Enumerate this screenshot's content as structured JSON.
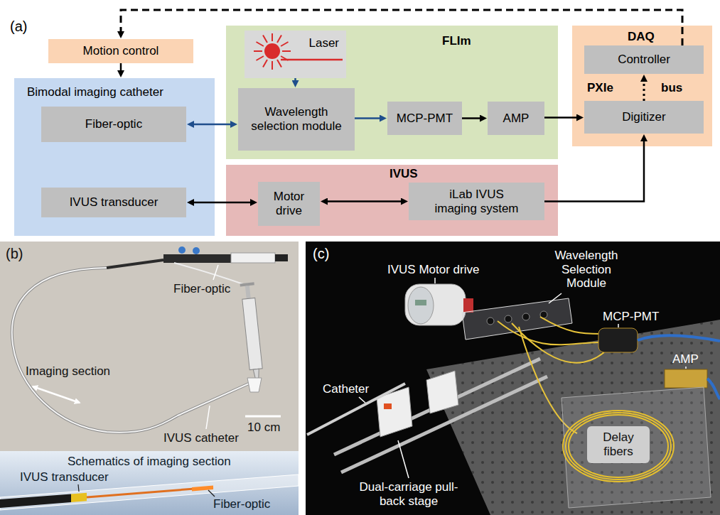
{
  "diagram": {
    "nodes": [
      {
        "text": [
          "Motion control"
        ]
      },
      {
        "text": [
          "Bimodal imaging catheter"
        ]
      },
      {
        "text": [
          "Fiber-optic"
        ],
        "in": 1
      },
      {
        "text": [
          "IVUS transducer"
        ],
        "in": 1
      },
      {
        "text": [
          "FLIm"
        ]
      },
      {
        "text": [
          "Laser"
        ],
        "in": 4
      },
      {
        "text": [
          "Wavelength selection module"
        ],
        "in": 4
      },
      {
        "text": [
          "MCP-PMT"
        ],
        "in": 4
      },
      {
        "text": [
          "AMP"
        ],
        "in": 4
      },
      {
        "text": [
          "IVUS"
        ]
      },
      {
        "text": [
          "Motor drive"
        ],
        "in": 9
      },
      {
        "text": [
          "iLab IVUS imaging system"
        ],
        "in": 9
      },
      {
        "text": [
          "DAQ"
        ]
      },
      {
        "text": [
          "Controller"
        ],
        "in": 12
      },
      {
        "text": [
          "Digitizer"
        ],
        "in": 12
      }
    ],
    "edges": [
      {
        "from": 13,
        "to": 0,
        "arrow": "to"
      },
      {
        "from": 0,
        "to": 1,
        "arrow": "to"
      },
      {
        "from": 5,
        "to": 6,
        "arrow": "to"
      },
      {
        "from": 2,
        "to": 6,
        "arrow": "both"
      },
      {
        "from": 6,
        "to": 7,
        "arrow": "to"
      },
      {
        "from": 7,
        "to": 8,
        "arrow": "to"
      },
      {
        "from": 8,
        "to": 14,
        "arrow": "to"
      },
      {
        "from": 14,
        "to": 13,
        "arrow": "to"
      },
      {
        "from": 3,
        "to": 10,
        "arrow": "both"
      },
      {
        "from": 10,
        "to": 11,
        "arrow": "both"
      },
      {
        "from": 11,
        "to": 14,
        "arrow": "to"
      }
    ],
    "labels": [
      "(a)",
      "PXIe",
      "bus",
      "(b)",
      "Fiber-optic",
      "Imaging section",
      "IVUS catheter",
      "10 cm",
      "Schematics of imaging section",
      "IVUS transducer",
      "Fiber-optic",
      "(c)",
      "IVUS Motor drive",
      "Wavelength Selection Module",
      "MCP-PMT",
      "AMP",
      "Catheter",
      "Dual-carriage pull-back stage",
      "Delay fibers"
    ]
  }
}
